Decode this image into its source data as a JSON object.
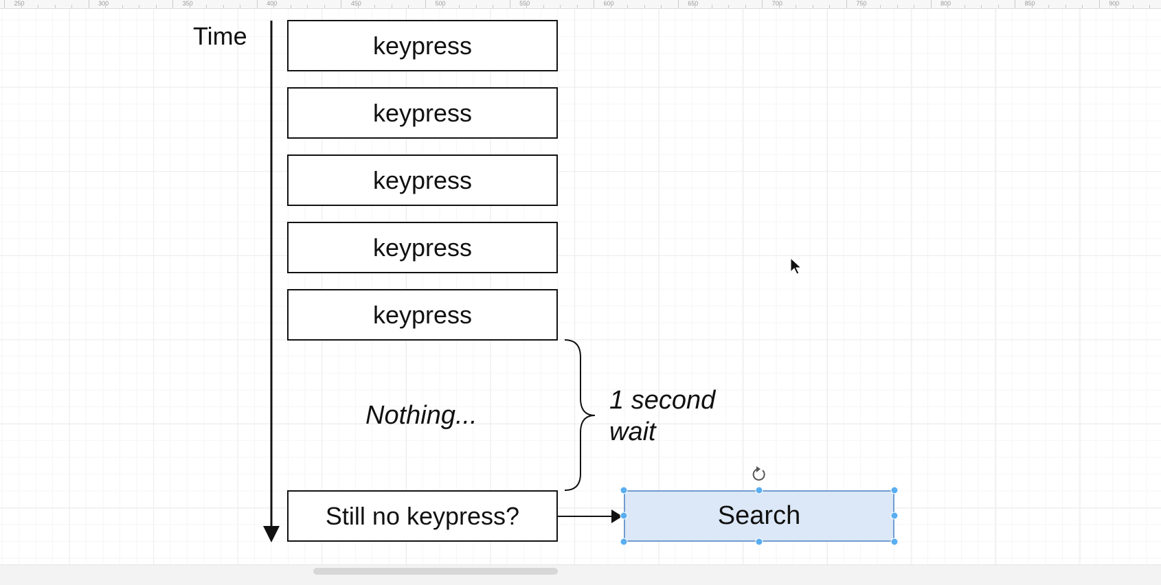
{
  "ruler": {
    "labels": [
      "250",
      "300",
      "350",
      "400",
      "450",
      "500",
      "550",
      "600",
      "650",
      "700",
      "750",
      "800",
      "850",
      "900"
    ]
  },
  "diagram": {
    "axis_label": "Time",
    "events": [
      {
        "label": "keypress"
      },
      {
        "label": "keypress"
      },
      {
        "label": "keypress"
      },
      {
        "label": "keypress"
      },
      {
        "label": "keypress"
      }
    ],
    "gap_label": "Nothing...",
    "wait_label_line1": "1 second",
    "wait_label_line2": "wait",
    "check_label": "Still no keypress?",
    "result_label": "Search"
  },
  "colors": {
    "selection_fill": "#dce8f7",
    "selection_border": "#6f9ccf",
    "handle": "#5aaef0"
  },
  "icons": {
    "rotate_handle": "rotate-icon",
    "cursor": "cursor-arrow-icon"
  }
}
